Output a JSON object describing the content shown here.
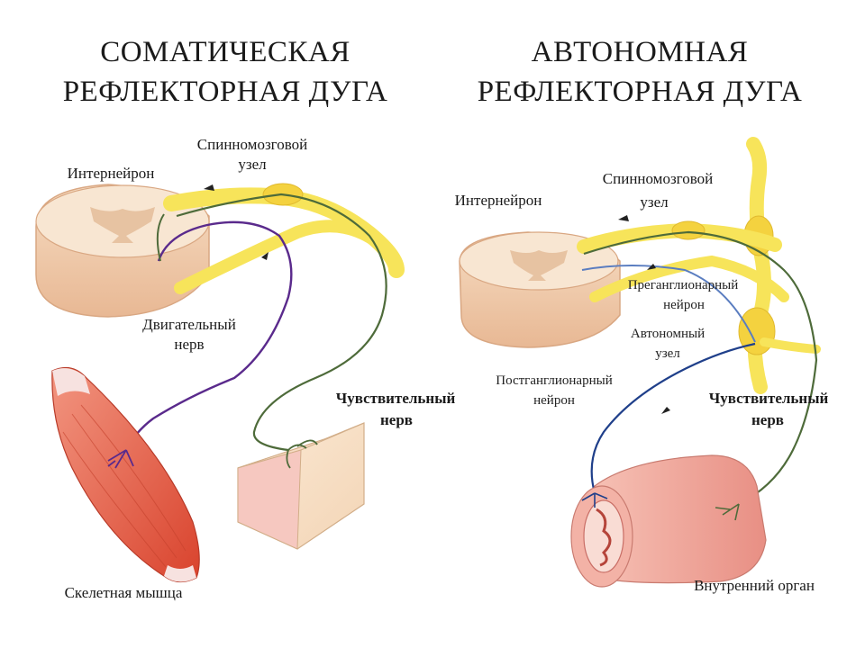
{
  "titles": {
    "somatic_line1": "СОМАТИЧЕСКАЯ",
    "somatic_line2": "РЕФЛЕКТОРНАЯ ДУГА",
    "autonomic_line1": "АВТОНОМНАЯ",
    "autonomic_line2": "РЕФЛЕКТОРНАЯ ДУГА"
  },
  "somatic": {
    "ganglion_line1": "Спинномозговой",
    "ganglion_line2": "узел",
    "interneuron": "Интернейрон",
    "motor_nerve_line1": "Двигательный",
    "motor_nerve_line2": "нерв",
    "sensory_nerve_line1": "Чувствительный",
    "sensory_nerve_line2": "нерв",
    "muscle": "Скелетная мышца"
  },
  "autonomic": {
    "ganglion_line1": "Спинномозговой",
    "ganglion_line2": "узел",
    "interneuron": "Интернейрон",
    "preganglionic_line1": "Преганглионарный",
    "preganglionic_line2": "нейрон",
    "autonomic_ganglion_line1": "Автономный",
    "autonomic_ganglion_line2": "узел",
    "postganglionic_line1": "Постганглионарный",
    "postganglionic_line2": "нейрон",
    "sensory_nerve_line1": "Чувствительный",
    "sensory_nerve_line2": "нерв",
    "organ": "Внутренний орган"
  },
  "colors": {
    "nerve_yellow": "#f7e45a",
    "sensory_green": "#4e6b3a",
    "motor_purple": "#5a2a8c",
    "autonomic_blue": "#1f3f8a",
    "spinal_cord": "#f2d2b4",
    "muscle": "#e8614a",
    "organ": "#f0a59a"
  }
}
